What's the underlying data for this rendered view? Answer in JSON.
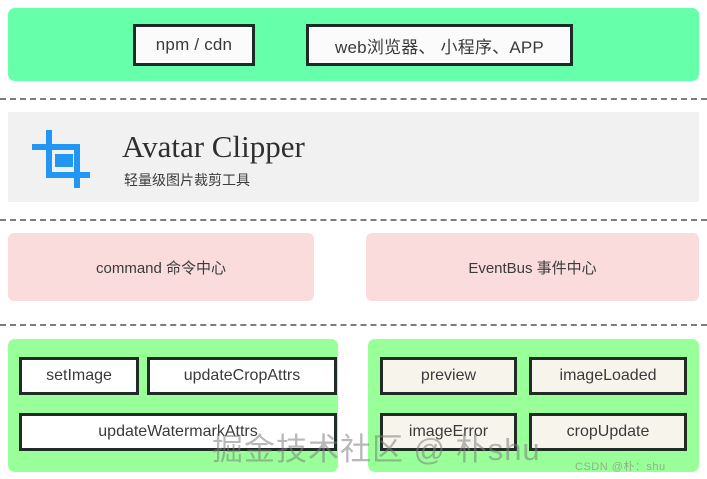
{
  "diagram": {
    "title": "Avatar Clipper architecture diagram",
    "colors": {
      "consumer_band": "#66ffaa",
      "product_band": "#f1f1f1",
      "hub": "#fadcdc",
      "group": "#99ff99",
      "chip_white": "#ffffff",
      "chip_cream": "#f7f5eb",
      "chip_border": "#222c26",
      "icon_blue": "#2196f3",
      "divider": "#7d7d7d"
    }
  },
  "consumers": {
    "items": [
      {
        "label": "npm / cdn"
      },
      {
        "label": "web浏览器、 小程序、APP"
      }
    ]
  },
  "product": {
    "icon": "crop-icon",
    "title": "Avatar Clipper",
    "subtitle": "轻量级图片裁剪工具"
  },
  "hubs": [
    {
      "label": "command 命令中心"
    },
    {
      "label": "EventBus 事件中心"
    }
  ],
  "groups": [
    {
      "name": "commands",
      "chips": [
        {
          "label": "setImage"
        },
        {
          "label": "updateCropAttrs"
        },
        {
          "label": "updateWatermarkAttrs"
        }
      ]
    },
    {
      "name": "events",
      "chips": [
        {
          "label": "preview"
        },
        {
          "label": "imageLoaded"
        },
        {
          "label": "imageError"
        },
        {
          "label": "cropUpdate"
        }
      ]
    }
  ],
  "watermarks": {
    "main": "掘金技术社区 @ 朴shu",
    "sub": "CSDN @朴：shu"
  }
}
